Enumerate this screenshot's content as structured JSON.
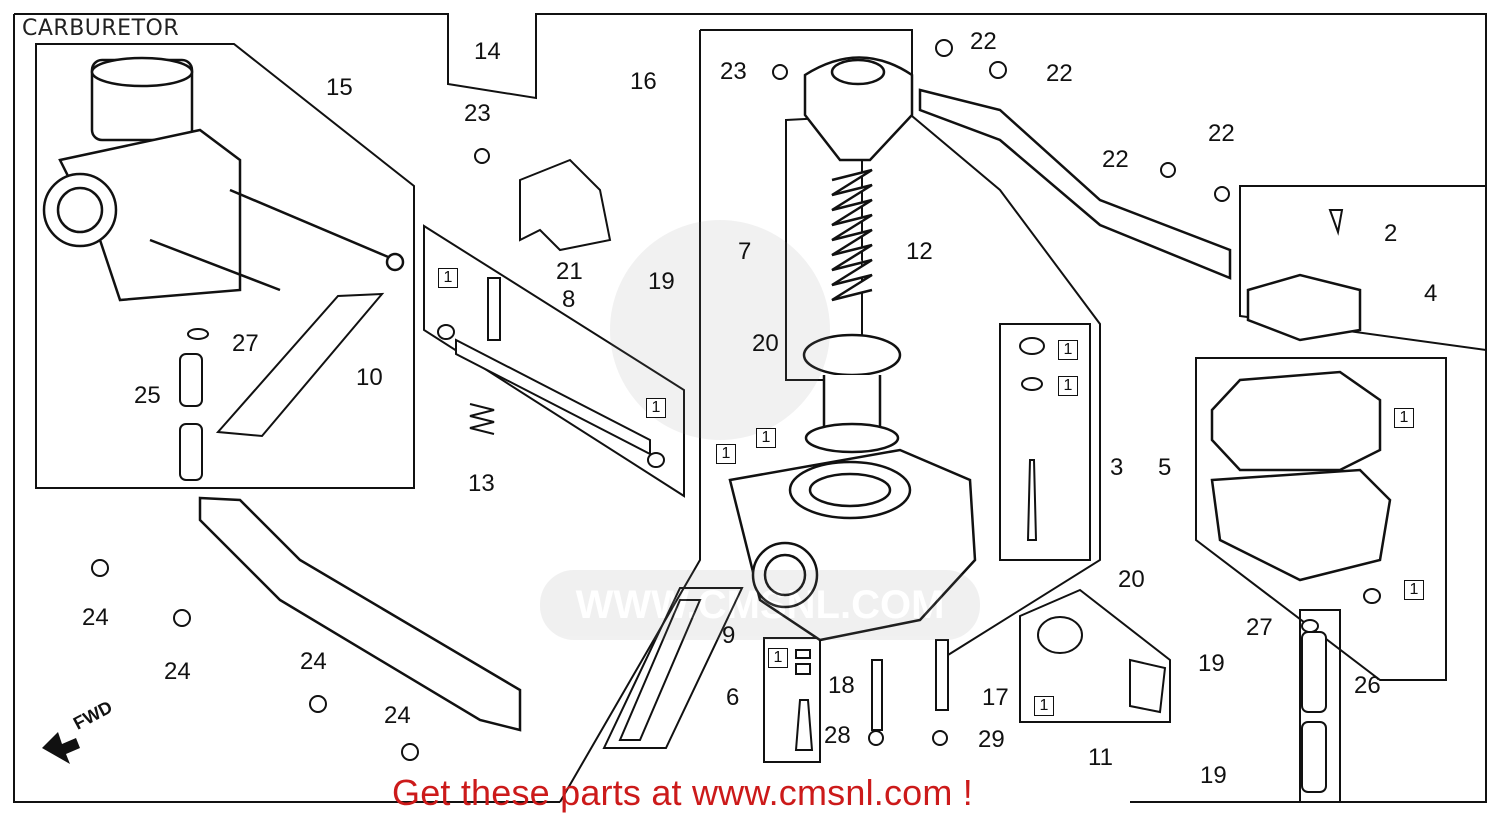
{
  "title": "CARBURETOR",
  "footer": "Get these parts at www.cmsnl.com !",
  "direction_label": "FWD",
  "watermark_text": "WWW.CMSNL.COM",
  "labels": [
    {
      "id": "l14",
      "text": "14"
    },
    {
      "id": "l15",
      "text": "15"
    },
    {
      "id": "l16",
      "text": "16"
    },
    {
      "id": "l23a",
      "text": "23"
    },
    {
      "id": "l23b",
      "text": "23"
    },
    {
      "id": "l22a",
      "text": "22"
    },
    {
      "id": "l22b",
      "text": "22"
    },
    {
      "id": "l22c",
      "text": "22"
    },
    {
      "id": "l22d",
      "text": "22"
    },
    {
      "id": "l2",
      "text": "2"
    },
    {
      "id": "l4",
      "text": "4"
    },
    {
      "id": "l7",
      "text": "7"
    },
    {
      "id": "l12",
      "text": "12"
    },
    {
      "id": "l21",
      "text": "21"
    },
    {
      "id": "l19a",
      "text": "19"
    },
    {
      "id": "l8",
      "text": "8"
    },
    {
      "id": "l27a",
      "text": "27"
    },
    {
      "id": "l10",
      "text": "10"
    },
    {
      "id": "l25",
      "text": "25"
    },
    {
      "id": "l20a",
      "text": "20"
    },
    {
      "id": "l13",
      "text": "13"
    },
    {
      "id": "l3",
      "text": "3"
    },
    {
      "id": "l5",
      "text": "5"
    },
    {
      "id": "l20b",
      "text": "20"
    },
    {
      "id": "l27b",
      "text": "27"
    },
    {
      "id": "l26",
      "text": "26"
    },
    {
      "id": "l9",
      "text": "9"
    },
    {
      "id": "l6",
      "text": "6"
    },
    {
      "id": "l18",
      "text": "18"
    },
    {
      "id": "l17",
      "text": "17"
    },
    {
      "id": "l28",
      "text": "28"
    },
    {
      "id": "l29",
      "text": "29"
    },
    {
      "id": "l11",
      "text": "11"
    },
    {
      "id": "l19b",
      "text": "19"
    },
    {
      "id": "l19c",
      "text": "19"
    },
    {
      "id": "l24a",
      "text": "24"
    },
    {
      "id": "l24b",
      "text": "24"
    },
    {
      "id": "l24c",
      "text": "24"
    },
    {
      "id": "l24d",
      "text": "24"
    }
  ],
  "boxed_labels": [
    {
      "id": "b1",
      "text": "1"
    },
    {
      "id": "b2",
      "text": "1"
    },
    {
      "id": "b3",
      "text": "1"
    },
    {
      "id": "b4",
      "text": "1"
    },
    {
      "id": "b5",
      "text": "1"
    },
    {
      "id": "b6",
      "text": "1"
    },
    {
      "id": "b7",
      "text": "1"
    },
    {
      "id": "b8",
      "text": "1"
    },
    {
      "id": "b9",
      "text": "1"
    },
    {
      "id": "b10",
      "text": "1"
    },
    {
      "id": "b11",
      "text": "1"
    }
  ]
}
